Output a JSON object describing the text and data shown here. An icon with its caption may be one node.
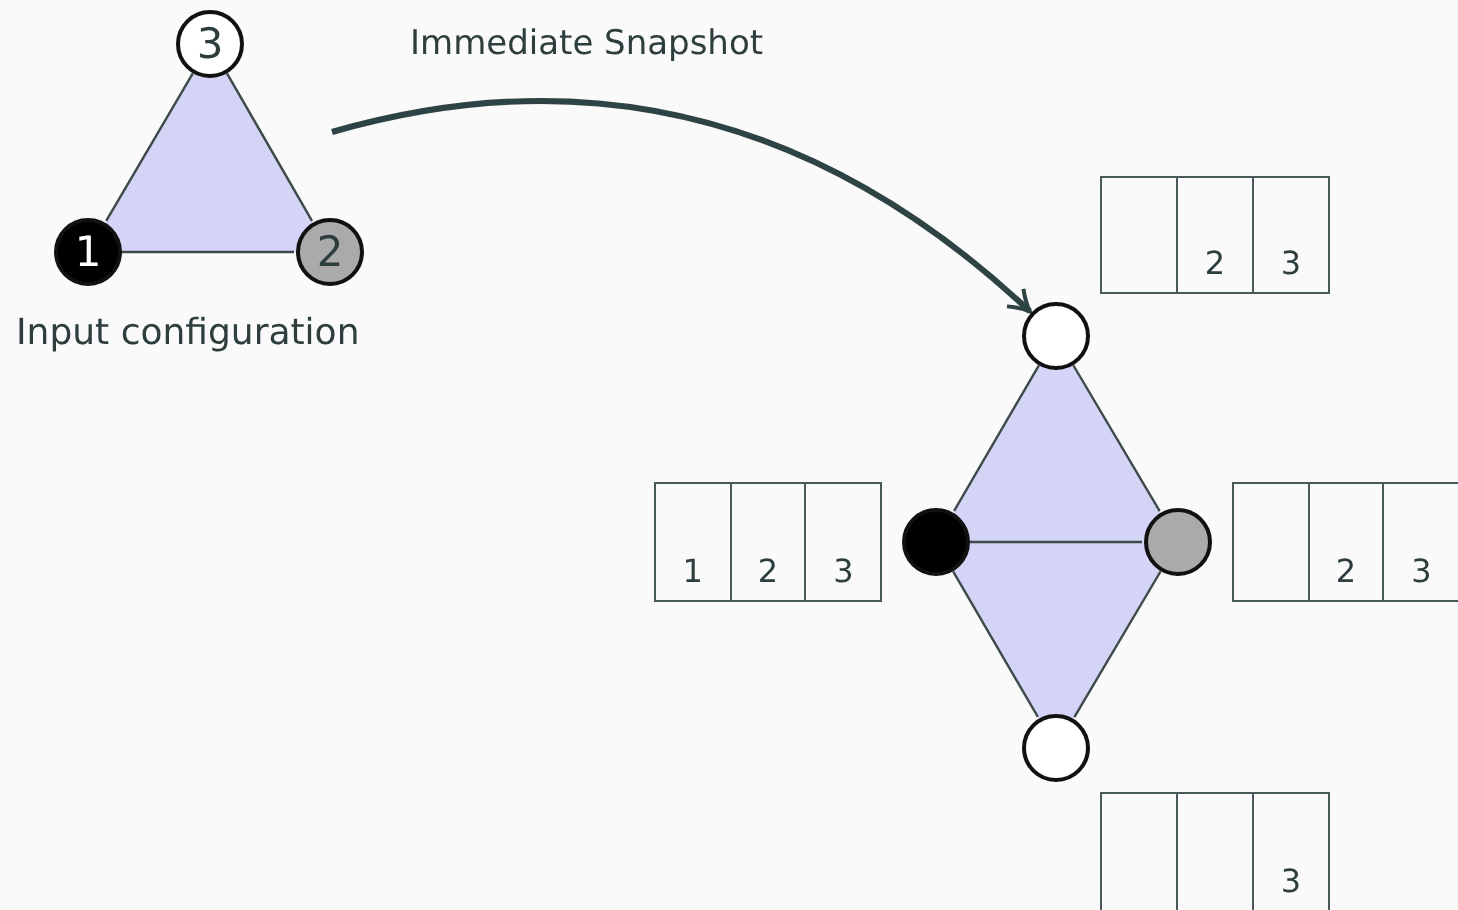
{
  "diagram": {
    "nodes": [
      {
        "text": [
          "3"
        ]
      },
      {
        "text": [
          "1"
        ]
      },
      {
        "text": [
          "2"
        ]
      },
      {
        "text": [
          "2",
          "3"
        ]
      },
      {
        "text": [],
        "shape": "circle"
      },
      {
        "text": [
          "1",
          "2",
          "3"
        ]
      },
      {
        "text": [],
        "shape": "circle"
      },
      {
        "text": [],
        "shape": "circle"
      },
      {
        "text": [
          "2",
          "3"
        ]
      },
      {
        "text": [],
        "shape": "circle"
      },
      {
        "text": [
          "3"
        ]
      }
    ],
    "edges": [
      {
        "from": 0,
        "to": 1,
        "arrow": "none"
      },
      {
        "from": 0,
        "to": 2,
        "arrow": "none"
      },
      {
        "from": 1,
        "to": 2,
        "arrow": "none"
      },
      {
        "from": 4,
        "to": 6,
        "arrow": "none"
      },
      {
        "from": 4,
        "to": 7,
        "arrow": "none"
      },
      {
        "from": 6,
        "to": 7,
        "arrow": "none"
      },
      {
        "from": 6,
        "to": 9,
        "arrow": "none"
      },
      {
        "from": 7,
        "to": 9,
        "arrow": "none"
      },
      {
        "from": null,
        "to": 4,
        "arrow": "to",
        "style": "thick"
      }
    ],
    "labels": [
      "Immediate Snapshot",
      "Input configuration"
    ]
  }
}
